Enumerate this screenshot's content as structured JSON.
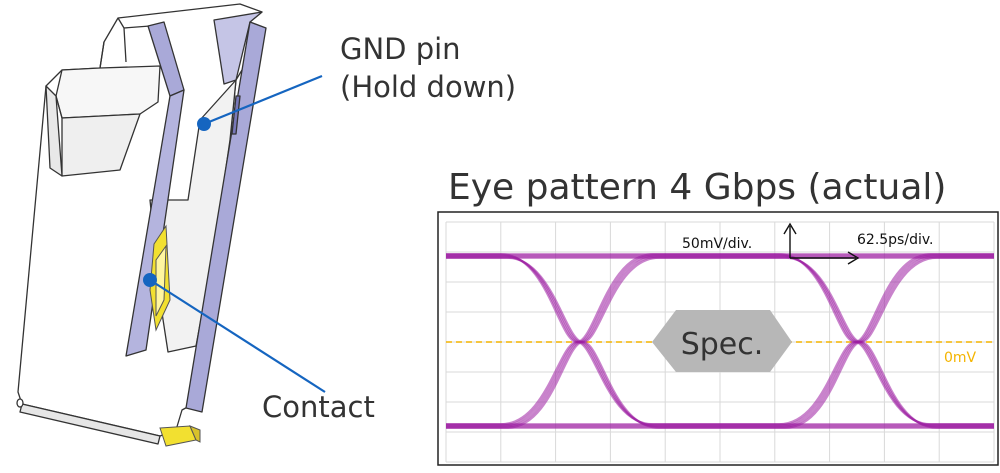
{
  "callouts": {
    "gnd_line1": "GND pin",
    "gnd_line2": "(Hold down)",
    "contact": "Contact"
  },
  "eye_diagram": {
    "title": "Eye pattern 4 Gbps (actual)",
    "vertical_scale": "50mV/div.",
    "horizontal_scale": "62.5ps/div.",
    "spec_label": "Spec.",
    "zero_label": "0mV"
  },
  "colors": {
    "connector_fill": "#ffffff",
    "connector_stroke": "#333333",
    "gnd_pin": "#a9a9d8",
    "contact_yellow": "#f2e030",
    "callout_line": "#1565c0",
    "eye_trace": "#9c1fa3",
    "grid": "#d9d9d9",
    "zero_line": "#f4b400",
    "spec_fill": "#b7b7b7"
  }
}
